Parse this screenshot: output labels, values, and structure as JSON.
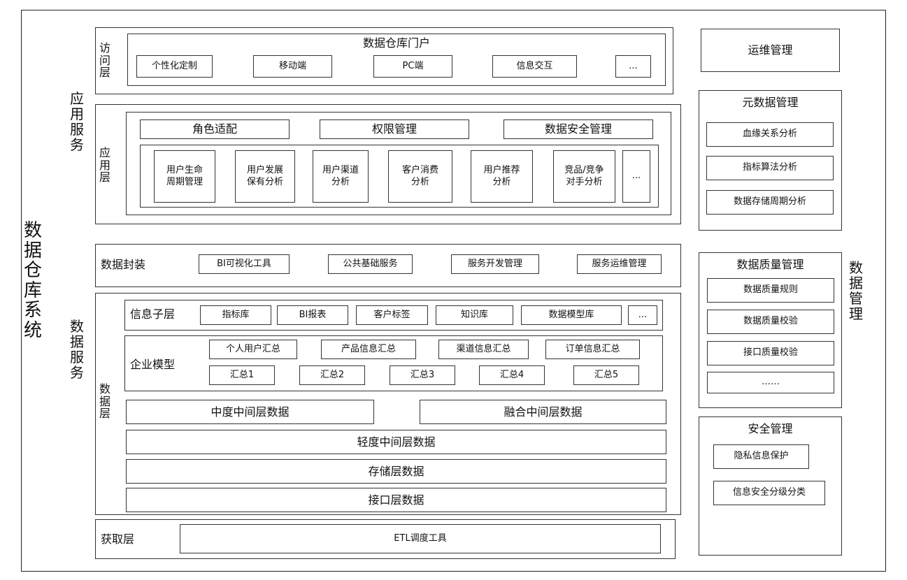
{
  "system_title": "数据仓库系统",
  "app_service": {
    "title": "应用服务",
    "access_layer": {
      "label": "访问层",
      "portal_title": "数据仓库门户",
      "items": [
        "个性化定制",
        "移动端",
        "PC端",
        "信息交互",
        "..."
      ]
    },
    "app_layer": {
      "label": "应用层",
      "top_items": [
        "角色适配",
        "权限管理",
        "数据安全管理"
      ],
      "items": [
        "用户生命\n周期管理",
        "用户发展\n保有分析",
        "用户渠道\n分析",
        "客户消费\n分析",
        "用户推荐\n分析",
        "竞品/竞争\n对手分析",
        "..."
      ]
    }
  },
  "data_service": {
    "title": "数据服务",
    "encapsulation": {
      "label": "数据封装",
      "items": [
        "BI可视化工具",
        "公共基础服务",
        "服务开发管理",
        "服务运维管理"
      ]
    },
    "data_layer": {
      "label": "数据层",
      "info_sublayer": {
        "label": "信息子层",
        "items": [
          "指标库",
          "BI报表",
          "客户标签",
          "知识库",
          "数据模型库",
          "..."
        ]
      },
      "enterprise_model": {
        "label": "企业模型",
        "row1": [
          "个人用户汇总",
          "产品信息汇总",
          "渠道信息汇总",
          "订单信息汇总"
        ],
        "row2": [
          "汇总1",
          "汇总2",
          "汇总3",
          "汇总4",
          "汇总5"
        ]
      },
      "medium_layer": "中度中间层数据",
      "fusion_layer": "融合中间层数据",
      "light_layer": "轻度中间层数据",
      "storage_layer": "存储层数据",
      "interface_layer": "接口层数据"
    },
    "acquisition": {
      "label": "获取层",
      "tool": "ETL调度工具"
    }
  },
  "data_management": {
    "title": "数据管理",
    "ops": "运维管理",
    "metadata": {
      "title": "元数据管理",
      "items": [
        "血缘关系分析",
        "指标算法分析",
        "数据存储周期分析"
      ]
    },
    "quality": {
      "title": "数据质量管理",
      "items": [
        "数据质量规则",
        "数据质量校验",
        "接口质量校验",
        "……"
      ]
    },
    "security": {
      "title": "安全管理",
      "items": [
        "隐私信息保护",
        "信息安全分级分类"
      ]
    }
  }
}
